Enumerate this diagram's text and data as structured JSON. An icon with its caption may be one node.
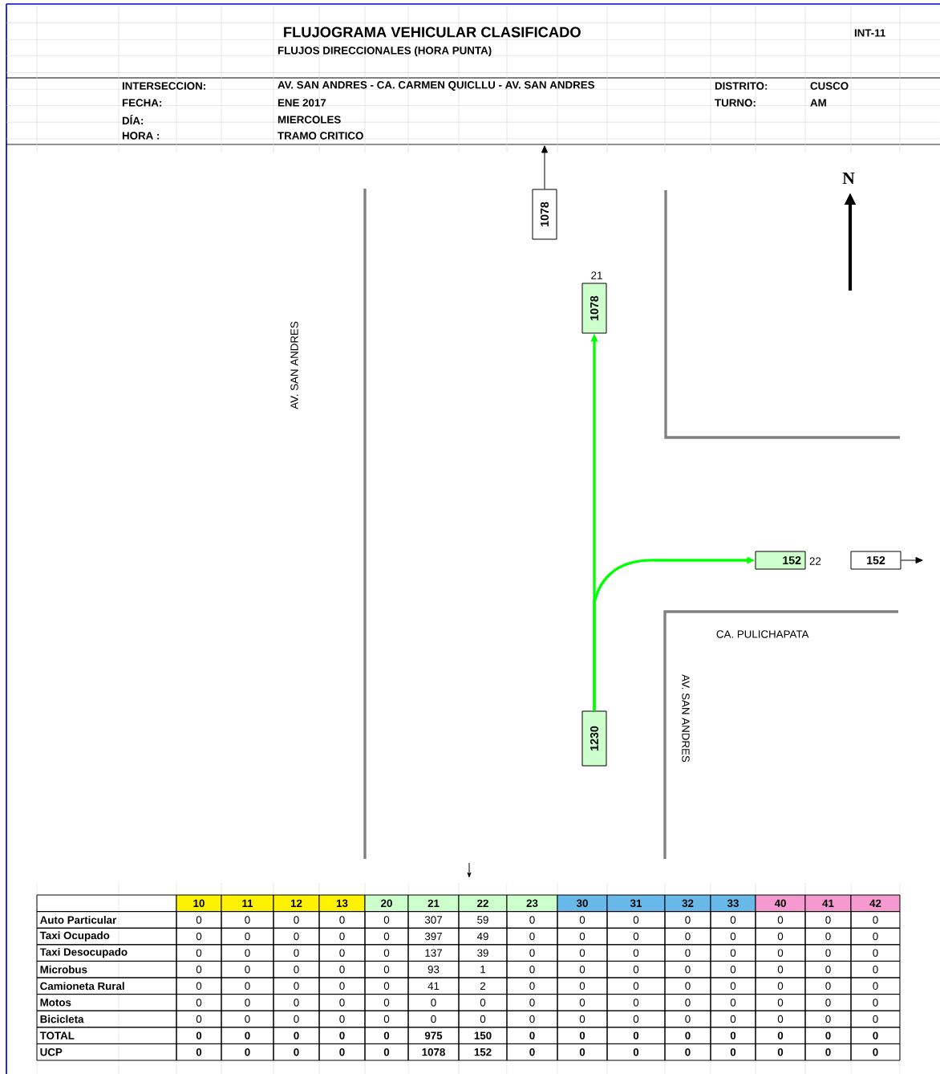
{
  "diagram": {
    "title": "FLUJOGRAMA  VEHICULAR CLASIFICADO",
    "nodes": [
      {
        "text": [
          "1078"
        ]
      },
      {
        "text": [
          "1078"
        ],
        "beside": [
          "21"
        ]
      },
      {
        "text": [
          "152"
        ],
        "beside": [
          "22"
        ]
      },
      {
        "text": [
          "152"
        ]
      },
      {
        "text": [
          "1230"
        ]
      }
    ],
    "edges": [
      {
        "from": 0,
        "to": null,
        "arrow": "to"
      },
      {
        "from": 4,
        "to": 1,
        "arrow": "to",
        "style": "thick",
        "color": "#00ff00"
      },
      {
        "from": 4,
        "to": 2,
        "arrow": "to",
        "style": "thick",
        "color": "#00ff00"
      },
      {
        "from": 3,
        "to": null,
        "arrow": "to"
      }
    ],
    "labels": [
      "FLUJOS DIRECCIONALES (HORA PUNTA)",
      "INT-11",
      "INTERSECCION:",
      "AV. SAN ANDRES - CA. CARMEN QUICLLU - AV. SAN ANDRES",
      "DISTRITO:",
      "CUSCO",
      "FECHA:",
      "ENE 2017",
      "TURNO:",
      "AM",
      "DÍA:",
      "MIERCOLES",
      "HORA :",
      "TRAMO CRITICO",
      "N",
      "AV. SAN ANDRES",
      "CA. PULICHAPATA",
      "AV. SAN ANDRES",
      "10",
      "11",
      "12",
      "13",
      "20",
      "21",
      "22",
      "23",
      "30",
      "31",
      "32",
      "33",
      "40",
      "41",
      "42",
      "Auto Particular",
      "0",
      "0",
      "0",
      "0",
      "0",
      "307",
      "59",
      "0",
      "0",
      "0",
      "0",
      "0",
      "0",
      "0",
      "0",
      "Taxi Ocupado",
      "0",
      "0",
      "0",
      "0",
      "0",
      "397",
      "49",
      "0",
      "0",
      "0",
      "0",
      "0",
      "0",
      "0",
      "0",
      "Taxi Desocupado",
      "0",
      "0",
      "0",
      "0",
      "0",
      "137",
      "39",
      "0",
      "0",
      "0",
      "0",
      "0",
      "0",
      "0",
      "0",
      "Microbus",
      "0",
      "0",
      "0",
      "0",
      "0",
      "93",
      "1",
      "0",
      "0",
      "0",
      "0",
      "0",
      "0",
      "0",
      "0",
      "Camioneta Rural",
      "0",
      "0",
      "0",
      "0",
      "0",
      "41",
      "2",
      "0",
      "0",
      "0",
      "0",
      "0",
      "0",
      "0",
      "0",
      "Motos",
      "0",
      "0",
      "0",
      "0",
      "0",
      "0",
      "0",
      "0",
      "0",
      "0",
      "0",
      "0",
      "0",
      "0",
      "0",
      "Bicicleta",
      "0",
      "0",
      "0",
      "0",
      "0",
      "0",
      "0",
      "0",
      "0",
      "0",
      "0",
      "0",
      "0",
      "0",
      "0",
      "TOTAL",
      "0",
      "0",
      "0",
      "0",
      "0",
      "975",
      "150",
      "0",
      "0",
      "0",
      "0",
      "0",
      "0",
      "0",
      "0",
      "UCP",
      "0",
      "0",
      "0",
      "0",
      "0",
      "1078",
      "152",
      "0",
      "0",
      "0",
      "0",
      "0",
      "0",
      "0",
      "0"
    ]
  }
}
